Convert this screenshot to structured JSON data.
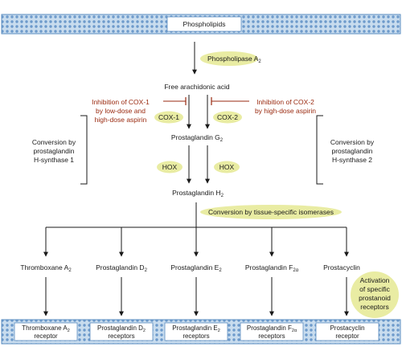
{
  "diagram": {
    "membrane_top_label": "Phospholipids",
    "enzyme_pla2": {
      "main": "Phospholipase A",
      "sub": "2"
    },
    "free_aa": "Free arachidonic acid",
    "inhibit_cox1": [
      "Inhibition of COX-1",
      "by low-dose and",
      "high-dose aspirin"
    ],
    "inhibit_cox2": [
      "Inhibition of COX-2",
      "by high-dose aspirin"
    ],
    "cox1": "COX-1",
    "cox2": "COX-2",
    "pgg2": {
      "main": "Prostaglandin G",
      "sub": "2"
    },
    "hox_left": "HOX",
    "hox_right": "HOX",
    "pgh2": {
      "main": "Prostaglandin H",
      "sub": "2"
    },
    "left_conversion": [
      "Conversion by",
      "prostaglandin",
      "H-synthase 1"
    ],
    "right_conversion": [
      "Conversion by",
      "prostaglandin",
      "H-synthase 2"
    ],
    "isomerases": "Conversion by tissue-specific isomerases",
    "products": [
      {
        "main": "Thromboxane A",
        "sub": "2"
      },
      {
        "main": "Prostaglandin D",
        "sub": "2"
      },
      {
        "main": "Prostaglandin E",
        "sub": "2"
      },
      {
        "main": "Prostaglandin F",
        "sub": "2α"
      },
      {
        "main": "Prostacyclin",
        "sub": ""
      }
    ],
    "activation": [
      "Activation",
      "of specific",
      "prostanoid",
      "receptors"
    ],
    "receptors": [
      {
        "l1": "Thromboxane A",
        "sub": "2",
        "l2": "receptor"
      },
      {
        "l1": "Prostaglandin D",
        "sub": "2",
        "l2": "receptors"
      },
      {
        "l1": "Prostaglandin E",
        "sub": "2",
        "l2": "receptors"
      },
      {
        "l1": "Prostaglandin F",
        "sub": "2α",
        "l2": "receptors"
      },
      {
        "l1": "Prostacyclin",
        "sub": "",
        "l2": "receptor"
      }
    ],
    "colors": {
      "membrane": "#c8dcee",
      "membrane_dots": "#5a8cc0",
      "enzyme_fill": "#e9eca3",
      "inhibition": "#9a2a10",
      "line": "#1a1a1a"
    }
  }
}
